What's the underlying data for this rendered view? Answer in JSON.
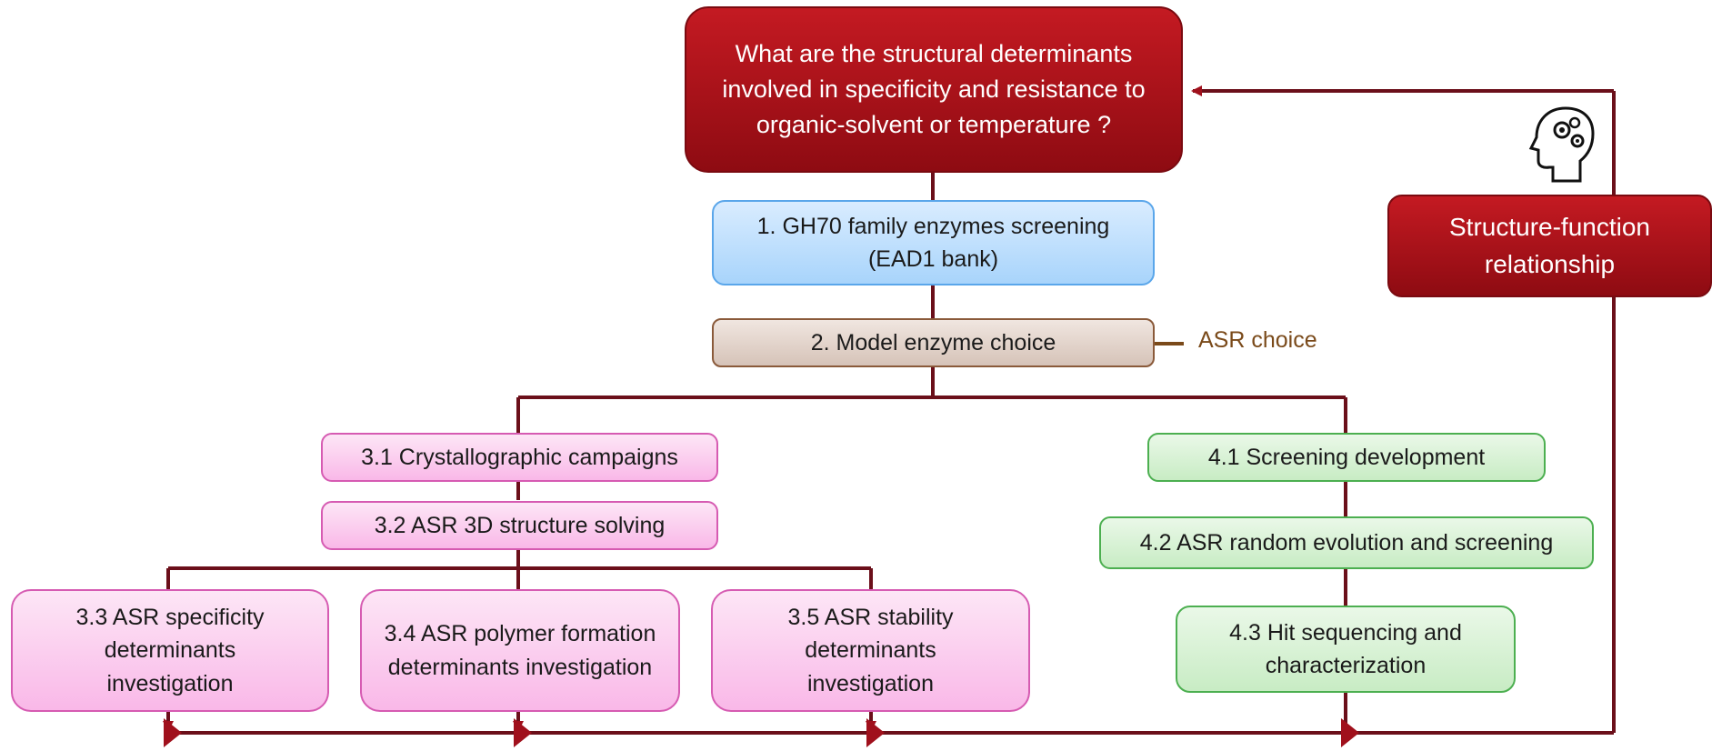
{
  "question": "What are the structural determinants involved in specificity and resistance to organic-solvent or temperature ?",
  "sf_relationship": "Structure-function relationship",
  "step1": "1. GH70 family enzymes screening (EAD1 bank)",
  "step2": "2. Model enzyme choice",
  "asr_choice": "ASR choice",
  "step3_1": "3.1 Crystallographic campaigns",
  "step3_2": "3.2 ASR 3D structure solving",
  "step3_3": "3.3 ASR specificity determinants investigation",
  "step3_4": "3.4 ASR polymer formation determinants investigation",
  "step3_5": "3.5 ASR stability determinants investigation",
  "step4_1": "4.1 Screening development",
  "step4_2": "4.2 ASR random evolution and screening",
  "step4_3": "4.3 Hit sequencing and characterization",
  "icon": "head-gears-icon",
  "colors": {
    "dark_red": "#8e0b12",
    "line": "#6b0f1a"
  }
}
